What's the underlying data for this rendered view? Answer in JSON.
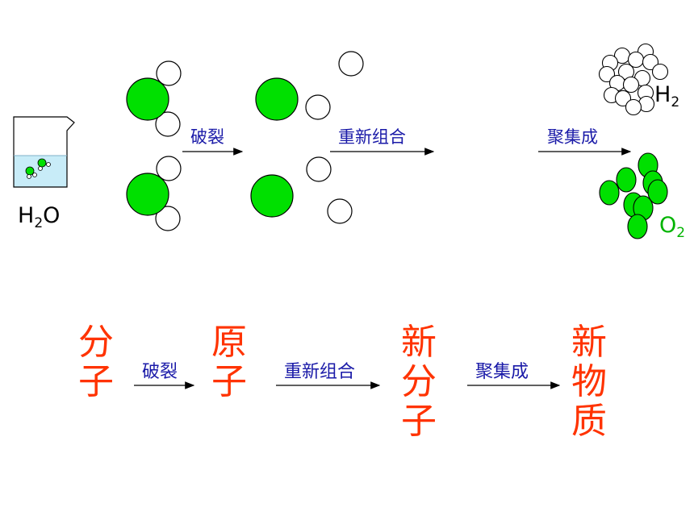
{
  "top_row": {
    "water": {
      "element": "H",
      "subscript": "2",
      "element2": "O"
    },
    "arrow1_label": "破裂",
    "arrow2_label": "重新组合",
    "arrow3_label": "聚集成",
    "hydrogen": {
      "element": "H",
      "subscript": "2"
    },
    "oxygen": {
      "element": "O",
      "subscript": "2"
    }
  },
  "bottom_row": {
    "molecule": [
      "分",
      "子"
    ],
    "arrow1_label": "破裂",
    "atom": [
      "原",
      "子"
    ],
    "arrow2_label": "重新组合",
    "new_molecule": [
      "新",
      "分",
      "子"
    ],
    "arrow3_label": "聚集成",
    "new_substance": [
      "新",
      "物",
      "质"
    ]
  },
  "colors": {
    "oxygen_atom": "#00e000",
    "hydrogen_atom": "#ffffff",
    "outline": "#000000",
    "water_fill": "#c8ecf8",
    "label_blue": "#1a1aa8",
    "emphasis_red": "#ff3300",
    "o2_text": "#00b400"
  }
}
